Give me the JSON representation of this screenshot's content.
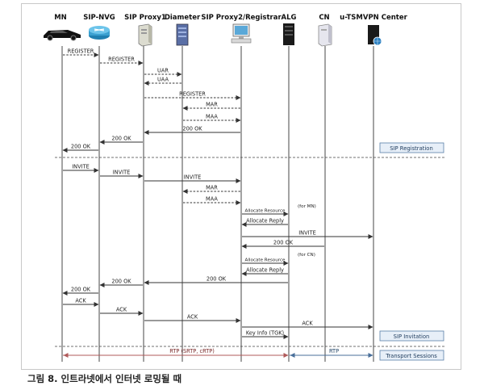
{
  "entities": [
    {
      "id": "mn",
      "label": "MN",
      "icon": "car-icon"
    },
    {
      "id": "nvg",
      "label": "SIP-NVG",
      "icon": "router-icon"
    },
    {
      "id": "proxy1",
      "label": "SIP Proxy1",
      "icon": "server-tower-icon"
    },
    {
      "id": "diameter",
      "label": "Diameter",
      "icon": "database-server-icon"
    },
    {
      "id": "proxy2",
      "label": "SIP Proxy2/Registrar",
      "icon": "workstation-icon"
    },
    {
      "id": "alg",
      "label": "ALG",
      "icon": "rack-server-icon"
    },
    {
      "id": "cn",
      "label": "CN",
      "icon": "server-white-icon"
    },
    {
      "id": "vpn",
      "label": "u-TSMVPN Center",
      "icon": "vpn-server-icon"
    }
  ],
  "messages": [
    {
      "label": "REGISTER",
      "from": "mn",
      "to": "nvg",
      "style": "dashed"
    },
    {
      "label": "REGISTER",
      "from": "nvg",
      "to": "proxy1",
      "style": "dashed"
    },
    {
      "label": "UAR",
      "from": "proxy1",
      "to": "diameter",
      "style": "dashed"
    },
    {
      "label": "UAA",
      "from": "diameter",
      "to": "proxy1",
      "style": "dashed"
    },
    {
      "label": "REGISTER",
      "from": "proxy1",
      "to": "proxy2",
      "style": "dashed"
    },
    {
      "label": "MAR",
      "from": "proxy2",
      "to": "diameter",
      "style": "dashed"
    },
    {
      "label": "MAA",
      "from": "diameter",
      "to": "proxy2",
      "style": "dashed"
    },
    {
      "label": "200 OK",
      "from": "proxy2",
      "to": "proxy1",
      "style": "solid"
    },
    {
      "label": "200 OK",
      "from": "proxy1",
      "to": "nvg",
      "style": "solid"
    },
    {
      "label": "200 OK",
      "from": "nvg",
      "to": "mn",
      "style": "solid"
    },
    {
      "label": "INVITE",
      "from": "mn",
      "to": "nvg",
      "style": "solid"
    },
    {
      "label": "INVITE",
      "from": "nvg",
      "to": "proxy1",
      "style": "solid"
    },
    {
      "label": "INVITE",
      "from": "proxy1",
      "to": "proxy2",
      "style": "solid"
    },
    {
      "label": "MAR",
      "from": "proxy2",
      "to": "diameter",
      "style": "dashed"
    },
    {
      "label": "MAA",
      "from": "diameter",
      "to": "proxy2",
      "style": "dashed"
    },
    {
      "label": "Allocate Resource",
      "from": "proxy2",
      "to": "alg",
      "style": "solid",
      "small": true
    },
    {
      "label": "Allocate Reply",
      "from": "alg",
      "to": "proxy2",
      "style": "solid"
    },
    {
      "label": "INVITE",
      "from": "proxy2",
      "to": "vpn",
      "style": "solid"
    },
    {
      "label": "200 OK",
      "from": "cn",
      "to": "proxy2",
      "style": "solid"
    },
    {
      "label": "Allocate Resource",
      "from": "proxy2",
      "to": "alg",
      "style": "solid",
      "small": true
    },
    {
      "label": "Allocate Reply",
      "from": "alg",
      "to": "proxy2",
      "style": "solid"
    },
    {
      "label": "200 OK",
      "from": "alg",
      "to": "proxy1",
      "style": "solid"
    },
    {
      "label": "200 OK",
      "from": "proxy1",
      "to": "nvg",
      "style": "solid"
    },
    {
      "label": "200 OK",
      "from": "nvg",
      "to": "mn",
      "style": "solid"
    },
    {
      "label": "ACK",
      "from": "mn",
      "to": "nvg",
      "style": "solid"
    },
    {
      "label": "ACK",
      "from": "nvg",
      "to": "proxy1",
      "style": "solid"
    },
    {
      "label": "ACK",
      "from": "proxy1",
      "to": "proxy2",
      "style": "solid"
    },
    {
      "label": "ACK",
      "from": "proxy2",
      "to": "vpn",
      "style": "solid"
    },
    {
      "label": "Key Info (TGK)",
      "from": "proxy2",
      "to": "alg",
      "style": "solid"
    }
  ],
  "notes": [
    {
      "label": "(for MN)"
    },
    {
      "label": "(for CN)"
    }
  ],
  "rtp": [
    {
      "label": "RTP (SRTP, cRTP)"
    },
    {
      "label": "RTP"
    }
  ],
  "phases": [
    {
      "label": "SIP Registration"
    },
    {
      "label": "SIP Invitation"
    },
    {
      "label": "Transport Sessions"
    }
  ],
  "caption": "그림 8. 인트라넷에서 인터넷 로밍될 때",
  "colors": {
    "line": "#333333",
    "phase_fill": "#e7eff8",
    "phase_stroke": "#5a7fa8",
    "rtp_left": "#b05a5a",
    "rtp_right": "#4a6f9a"
  }
}
